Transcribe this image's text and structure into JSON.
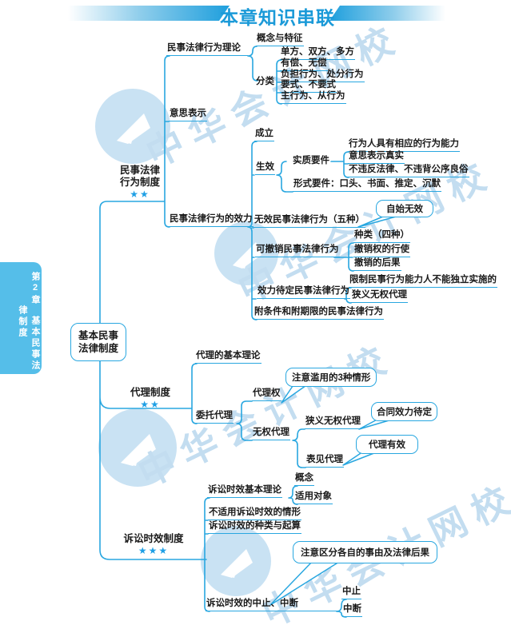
{
  "header": {
    "title": "本章知识串联"
  },
  "side_tab": {
    "chapter": "第2章",
    "title": "基本民事法律制度"
  },
  "root": {
    "line1": "基本民事",
    "line2": "法律制度"
  },
  "branch1": {
    "label_line1": "民事法律",
    "label_line2": "行为制度",
    "stars": "★★",
    "theory": "民事法律行为理论",
    "concept": "概念与特征",
    "cls": "分类",
    "cls_items": [
      "单方、双方、多方",
      "有偿、无偿",
      "负担行为、处分行为",
      "要式、不要式",
      "主行为、从行为"
    ],
    "yisi": "意思表示",
    "effect": "民事法律行为的效力",
    "chengli": "成立",
    "shengxiao": "生效",
    "shizhi": "实质要件",
    "shizhi_items": [
      "行为人具有相应的行为能力",
      "意思表示真实",
      "不违反法律、不违背公序良俗"
    ],
    "xingshi": "形式要件：口头、书面、推定、沉默",
    "wuxiao": "无效民事法律行为（五种）",
    "wuxiao_callout": "自始无效",
    "kechexiao": "可撤销民事法律行为",
    "kechexiao_items": [
      "种类（四种）",
      "撤销权的行使",
      "撤销的后果"
    ],
    "xiaoli": "效力待定民事法律行为",
    "xiaoli_items": [
      "限制民事行为能力人不能独立实施的",
      "狭义无权代理"
    ],
    "futiaojian": "附条件和附期限的民事法律行为"
  },
  "branch2": {
    "label": "代理制度",
    "stars": "★★",
    "theory": "代理的基本理论",
    "weituo": "委托代理",
    "dailiquan": "代理权",
    "dailiquan_callout": "注意滥用的3种情形",
    "wuquan": "无权代理",
    "xiayi": "狭义无权代理",
    "xiayi_callout": "合同效力待定",
    "biaojian": "表见代理",
    "biaojian_callout": "代理有效"
  },
  "branch3": {
    "label": "诉讼时效制度",
    "stars": "★★★",
    "theory": "诉讼时效基本理论",
    "theory_items": [
      "概念",
      "适用对象"
    ],
    "bushiyong": "不适用诉讼时效的情形",
    "zhonglei": "诉讼时效的种类与起算",
    "callout": "注意区分各自的事由及法律后果",
    "zhongduan": "诉讼时效的中止、中断",
    "zhongduan_items": [
      "中止",
      "中断"
    ]
  },
  "watermark": {
    "text": "中华会计网校"
  },
  "colors": {
    "line": "#29a7e0",
    "star": "#1e9fe5",
    "tab_bg": "#55bee9",
    "header_text": "#1b9ad8",
    "watermark_text": "#c3ddf0",
    "watermark_logo": "#c9e2f3",
    "node_text": "#1a1a1a"
  }
}
